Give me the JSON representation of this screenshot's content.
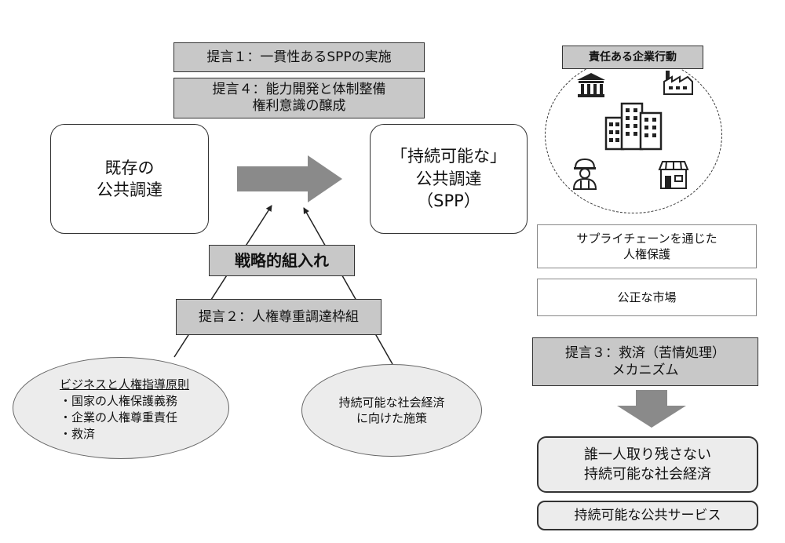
{
  "proposals": {
    "p1": "提言１：一貫性あるSPPの実施",
    "p4_line1": "提言４：能力開発と体制整備",
    "p4_line2": "権利意識の醸成",
    "p2": "提言２：人権尊重調達枠組",
    "p3_line1": "提言３：救済（苦情処理）",
    "p3_line2": "メカニズム"
  },
  "existing": {
    "line1": "既存の",
    "line2": "公共調達"
  },
  "sustainable": {
    "line1": "「持続可能な」",
    "line2": "公共調達",
    "line3": "（SPP）"
  },
  "strategic": "戦略的組入れ",
  "ungp": {
    "title": "ビジネスと人権指導原則",
    "items": [
      "・国家の人権保護義務",
      "・企業の人権尊重責任",
      "・救済"
    ]
  },
  "policy": {
    "line1": "持続可能な社会経済",
    "line2": "に向けた施策"
  },
  "rbc": {
    "label": "責任ある企業行動"
  },
  "right_boxes": {
    "supply_line1": "サプライチェーンを通じた",
    "supply_line2": "人権保護",
    "fair": "公正な市場"
  },
  "outcomes": {
    "line1": "誰一人取り残さない",
    "line2": "持続可能な社会経済",
    "public_service": "持続可能な公共サービス"
  },
  "icons": [
    "bank-icon",
    "factory-icon",
    "office-buildings-icon",
    "construction-worker-icon",
    "shop-icon"
  ]
}
